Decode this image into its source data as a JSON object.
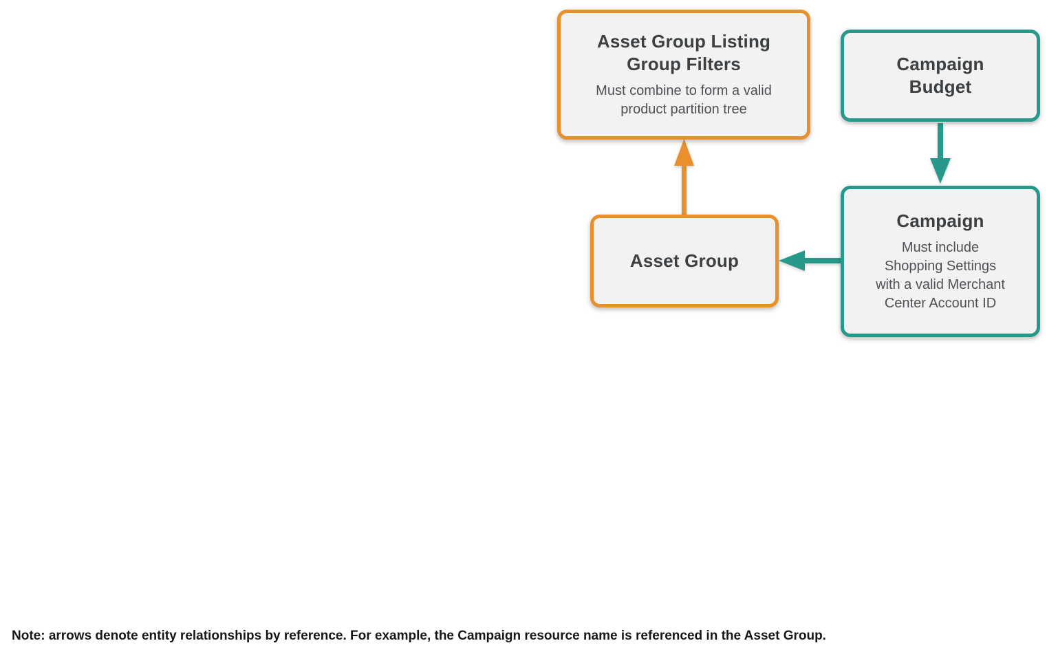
{
  "diagram": {
    "colors": {
      "orange": "#E8902C",
      "teal": "#26998B",
      "node_bg": "#F2F2F2",
      "title_text": "#3C4043",
      "subtitle_text": "#4D5156",
      "note_text": "#161616"
    },
    "nodes": [
      {
        "id": "asset-group-listing-group-filters",
        "accent": "orange",
        "title": "Asset Group Listing\nGroup Filters",
        "subtitle": "Must combine to form a valid\nproduct partition tree"
      },
      {
        "id": "campaign-budget",
        "accent": "teal",
        "title": "Campaign\nBudget",
        "subtitle": ""
      },
      {
        "id": "asset-group",
        "accent": "orange",
        "title": "Asset Group",
        "subtitle": ""
      },
      {
        "id": "campaign",
        "accent": "teal",
        "title": "Campaign",
        "subtitle": "Must include\nShopping Settings\nwith a valid Merchant\nCenter Account ID"
      }
    ],
    "edges": [
      {
        "from": "asset-group",
        "to": "asset-group-listing-group-filters",
        "color": "#E8902C",
        "direction": "up"
      },
      {
        "from": "campaign-budget",
        "to": "campaign",
        "color": "#26998B",
        "direction": "down"
      },
      {
        "from": "campaign",
        "to": "asset-group",
        "color": "#26998B",
        "direction": "left"
      }
    ]
  },
  "note": "Note: arrows denote entity relationships by reference. For example, the Campaign resource name is referenced in the Asset Group."
}
